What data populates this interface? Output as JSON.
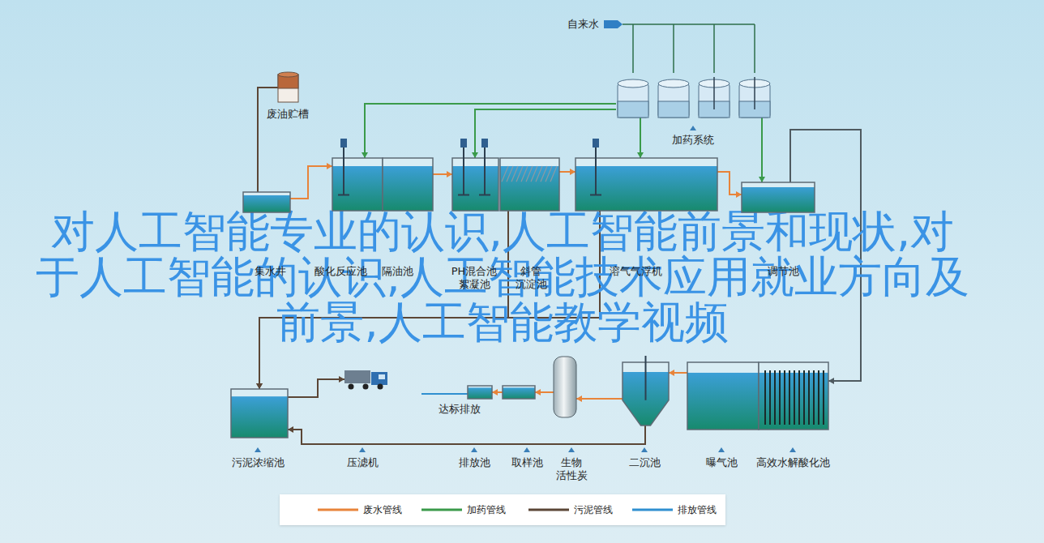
{
  "diagram": {
    "nodes": [
      {
        "text": [
          "废油贮槽"
        ]
      },
      {
        "text": [
          "加药系统"
        ]
      },
      {
        "text": [
          "集水井"
        ]
      },
      {
        "text": [
          "酸化反应池"
        ]
      },
      {
        "text": [
          "隔油池"
        ]
      },
      {
        "text": [
          "PH混合池 絮凝池"
        ]
      },
      {
        "text": [
          "斜管 沉淀池"
        ]
      },
      {
        "text": [
          "溶气气浮机"
        ]
      },
      {
        "text": [
          "调节池"
        ]
      },
      {
        "text": [
          "污泥浓缩池"
        ]
      },
      {
        "text": [
          "压滤机"
        ]
      },
      {
        "text": [
          "排放池"
        ]
      },
      {
        "text": [
          "取样池"
        ]
      },
      {
        "text": [
          "生物 活性炭"
        ]
      },
      {
        "text": [
          "二沉池"
        ]
      },
      {
        "text": [
          "曝气池"
        ]
      },
      {
        "text": [
          "高效水解酸化池"
        ]
      }
    ],
    "edges": [
      {
        "from": 2,
        "to": 3,
        "arrow": "to"
      },
      {
        "from": 4,
        "to": 5,
        "arrow": "to"
      },
      {
        "from": 6,
        "to": 7,
        "arrow": "to"
      },
      {
        "from": 7,
        "to": 8,
        "arrow": "to"
      },
      {
        "from": 8,
        "to": 16,
        "arrow": "to"
      },
      {
        "from": 15,
        "to": 14,
        "arrow": "to"
      },
      {
        "from": 14,
        "to": 13,
        "arrow": "to"
      },
      {
        "from": 13,
        "to": 12,
        "arrow": "to"
      },
      {
        "from": 12,
        "to": 11,
        "arrow": "to"
      },
      {
        "from": 1,
        "to": 3,
        "arrow": "to"
      },
      {
        "from": 1,
        "to": 5,
        "arrow": "to"
      },
      {
        "from": 1,
        "to": 7,
        "arrow": "to"
      },
      {
        "from": 1,
        "to": 8,
        "arrow": "to"
      },
      {
        "from": 2,
        "to": 0,
        "arrow": "none"
      },
      {
        "from": 7,
        "to": 9,
        "arrow": "to"
      },
      {
        "from": 6,
        "to": 9,
        "arrow": "to"
      },
      {
        "from": 14,
        "to": 9,
        "arrow": "to"
      },
      {
        "from": 9,
        "to": 10,
        "arrow": "to"
      }
    ],
    "labels": [
      "自来水",
      "达标排放",
      "对人工智能专业的认识,人工智能前景和现状,对 于人工智能的认识,人工智能技术应用就业方向及 前景,人工智能教学视频"
    ],
    "legend": [
      {
        "text": "废水管线"
      },
      {
        "text": "加药管线"
      },
      {
        "text": "污泥管线"
      },
      {
        "text": "排放管线"
      }
    ]
  }
}
